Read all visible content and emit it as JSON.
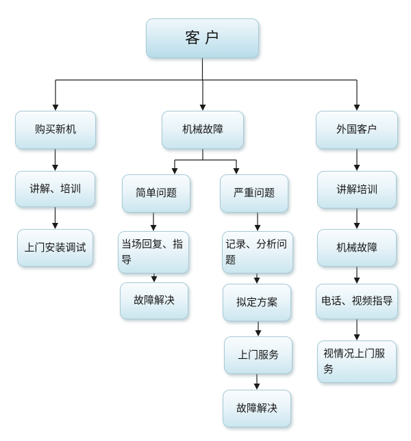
{
  "diagram": {
    "type": "flowchart",
    "root_label": "客户"
  },
  "nodes": [
    {
      "id": "customer",
      "label": "客户"
    },
    {
      "id": "buy-new-machine",
      "label": "购买新机"
    },
    {
      "id": "mechanical-failure",
      "label": "机械故障"
    },
    {
      "id": "foreign-customer",
      "label": "外国客户"
    },
    {
      "id": "explain-training-left",
      "label": "讲解、培训"
    },
    {
      "id": "onsite-install-debug",
      "label": "上门安装调试"
    },
    {
      "id": "simple-problem",
      "label": "简单问题"
    },
    {
      "id": "severe-problem",
      "label": "严重问题"
    },
    {
      "id": "onsite-reply-guide",
      "label": "当场回复、指导"
    },
    {
      "id": "fault-solved-simple",
      "label": "故障解决"
    },
    {
      "id": "record-analyze",
      "label": "记录、分析问题"
    },
    {
      "id": "draft-plan",
      "label": "拟定方案"
    },
    {
      "id": "onsite-service",
      "label": "上门服务"
    },
    {
      "id": "fault-solved-severe",
      "label": "故障解决"
    },
    {
      "id": "explain-training-right",
      "label": "讲解培训"
    },
    {
      "id": "mechanical-failure-right",
      "label": "机械故障"
    },
    {
      "id": "phone-video-guide",
      "label": "电话、视频指导"
    },
    {
      "id": "situational-onsite",
      "label": "视情况上门服务"
    }
  ],
  "edges": [
    {
      "from": "customer",
      "to": "buy-new-machine"
    },
    {
      "from": "customer",
      "to": "mechanical-failure"
    },
    {
      "from": "customer",
      "to": "foreign-customer"
    },
    {
      "from": "buy-new-machine",
      "to": "explain-training-left"
    },
    {
      "from": "explain-training-left",
      "to": "onsite-install-debug"
    },
    {
      "from": "mechanical-failure",
      "to": "simple-problem"
    },
    {
      "from": "mechanical-failure",
      "to": "severe-problem"
    },
    {
      "from": "simple-problem",
      "to": "onsite-reply-guide"
    },
    {
      "from": "onsite-reply-guide",
      "to": "fault-solved-simple"
    },
    {
      "from": "severe-problem",
      "to": "record-analyze"
    },
    {
      "from": "record-analyze",
      "to": "draft-plan"
    },
    {
      "from": "draft-plan",
      "to": "onsite-service"
    },
    {
      "from": "onsite-service",
      "to": "fault-solved-severe"
    },
    {
      "from": "foreign-customer",
      "to": "explain-training-right"
    },
    {
      "from": "explain-training-right",
      "to": "mechanical-failure-right"
    },
    {
      "from": "mechanical-failure-right",
      "to": "phone-video-guide"
    },
    {
      "from": "phone-video-guide",
      "to": "situational-onsite"
    }
  ],
  "colors": {
    "background": "#ffffff",
    "node_border": "#a6c9d6",
    "node_fill_top": "#f9fcfe",
    "node_fill_bottom": "#cbe6ef",
    "title_fill_bottom": "#b7dce9",
    "connector": "#1b1b1b",
    "text": "#151515"
  }
}
